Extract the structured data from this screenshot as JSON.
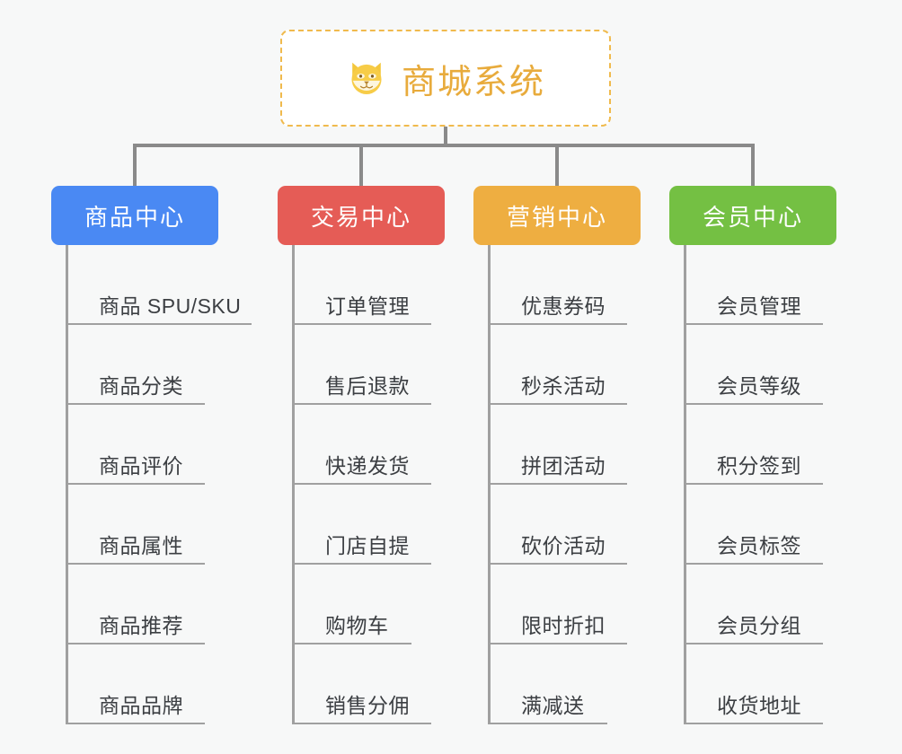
{
  "canvas": {
    "background_color": "#f7f8f8",
    "connector_color": "#8a8a8a",
    "leaf_line_color": "#a0a0a0",
    "leaf_text_color": "#3c3f43"
  },
  "root": {
    "icon": "dog-face-emoji",
    "icon_glyph": "🐶",
    "title": "商城系统",
    "title_color": "#e8ab3c",
    "border_color": "#f0ba4d",
    "border_style": "dashed",
    "background_color": "#ffffff"
  },
  "categories": [
    {
      "label": "商品中心",
      "color": "#4a89f3",
      "items": [
        {
          "label": "商品 SPU/SKU",
          "underline_width": 204
        },
        {
          "label": "商品分类",
          "underline_width": 152
        },
        {
          "label": "商品评价",
          "underline_width": 152
        },
        {
          "label": "商品属性",
          "underline_width": 152
        },
        {
          "label": "商品推荐",
          "underline_width": 152
        },
        {
          "label": "商品品牌",
          "underline_width": 152
        }
      ]
    },
    {
      "label": "交易中心",
      "color": "#e55c56",
      "items": [
        {
          "label": "订单管理",
          "underline_width": 152
        },
        {
          "label": "售后退款",
          "underline_width": 152
        },
        {
          "label": "快递发货",
          "underline_width": 152
        },
        {
          "label": "门店自提",
          "underline_width": 152
        },
        {
          "label": "购物车",
          "underline_width": 130
        },
        {
          "label": "销售分佣",
          "underline_width": 152
        }
      ]
    },
    {
      "label": "营销中心",
      "color": "#eeae41",
      "items": [
        {
          "label": "优惠券码",
          "underline_width": 152
        },
        {
          "label": "秒杀活动",
          "underline_width": 152
        },
        {
          "label": "拼团活动",
          "underline_width": 152
        },
        {
          "label": "砍价活动",
          "underline_width": 152
        },
        {
          "label": "限时折扣",
          "underline_width": 152
        },
        {
          "label": "满减送",
          "underline_width": 130
        }
      ]
    },
    {
      "label": "会员中心",
      "color": "#74c043",
      "items": [
        {
          "label": "会员管理",
          "underline_width": 152
        },
        {
          "label": "会员等级",
          "underline_width": 152
        },
        {
          "label": "积分签到",
          "underline_width": 152
        },
        {
          "label": "会员标签",
          "underline_width": 152
        },
        {
          "label": "会员分组",
          "underline_width": 152
        },
        {
          "label": "收货地址",
          "underline_width": 152
        }
      ]
    }
  ]
}
